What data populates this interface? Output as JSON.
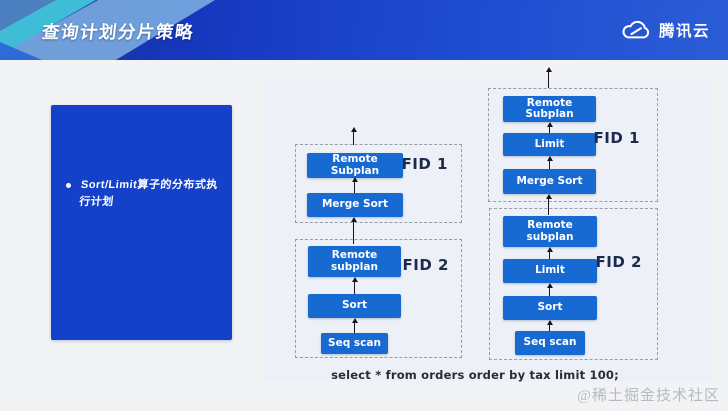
{
  "header": {
    "title": "查询计划分片策略",
    "brand": "腾讯云"
  },
  "sidebar": {
    "bullet_text": "Sort/Limit算子的分布式执行计划"
  },
  "diagrams": [
    {
      "name": "sort-plan",
      "groups": [
        {
          "label": "FID 1",
          "nodes": [
            "Remote Subplan",
            "Merge Sort"
          ]
        },
        {
          "label": "FID 2",
          "nodes": [
            "Remote subplan",
            "Sort",
            "Seq scan"
          ]
        }
      ]
    },
    {
      "name": "sort-limit-plan",
      "groups": [
        {
          "label": "FID 1",
          "nodes": [
            "Remote Subplan",
            "Limit",
            "Merge Sort"
          ]
        },
        {
          "label": "FID 2",
          "nodes": [
            "Remote subplan",
            "Limit",
            "Sort",
            "Seq scan"
          ]
        }
      ]
    }
  ],
  "caption": "select * from orders order by tax limit 100;",
  "watermark": "@稀土掘金技术社区",
  "colors": {
    "header_gradient_start": "#1b2f9f",
    "header_gradient_end": "#2b5cd6",
    "deco_cyan": "#3fbdd6",
    "deco_light_blue": "#7fb2e2",
    "keypoint_box_blue": "#1441c8",
    "node_blue": "#176ad2",
    "panel_background": "#edf1f7",
    "page_background": "#f2f3f5",
    "fid_label_color": "#1e2a4d"
  }
}
